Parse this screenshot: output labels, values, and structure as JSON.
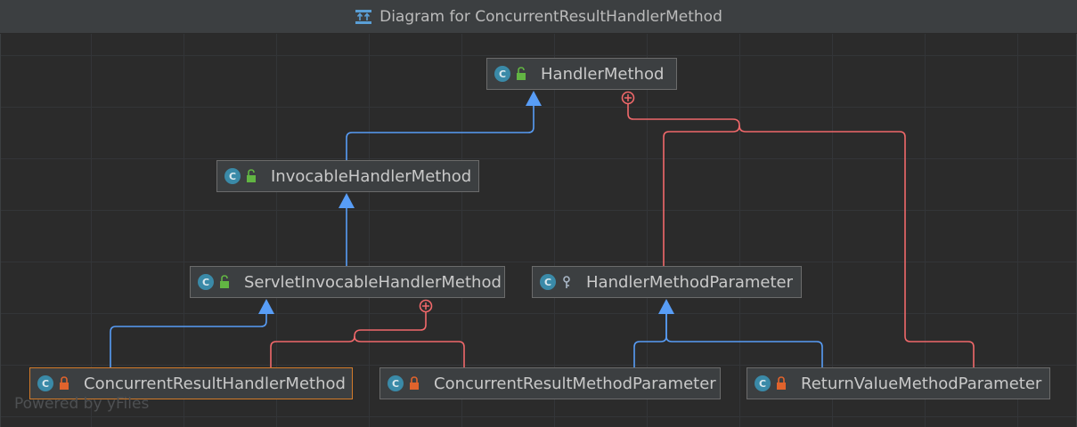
{
  "window": {
    "title": "Diagram for ConcurrentResultHandlerMethod",
    "title_icon": "diagram-icon"
  },
  "watermark": "Powered by yFiles",
  "legend_colors": {
    "extends_edge": "#589df6",
    "inner_class_edge": "#f0686a",
    "class_icon": "#3a8aa8",
    "public_icon": "#62b543",
    "private_icon": "#e0632c",
    "selected_border": "#d37b2a"
  },
  "nodes": {
    "handler_method": {
      "label": "HandlerMethod",
      "kind_letter": "C",
      "visibility": "public"
    },
    "invocable": {
      "label": "InvocableHandlerMethod",
      "kind_letter": "C",
      "visibility": "public"
    },
    "servlet_invocable": {
      "label": "ServletInvocableHandlerMethod",
      "kind_letter": "C",
      "visibility": "public"
    },
    "handler_method_parameter": {
      "label": "HandlerMethodParameter",
      "kind_letter": "C",
      "visibility": "package"
    },
    "concurrent_result_handler_method": {
      "label": "ConcurrentResultHandlerMethod",
      "kind_letter": "C",
      "visibility": "private"
    },
    "concurrent_result_method_parameter": {
      "label": "ConcurrentResultMethodParameter",
      "kind_letter": "C",
      "visibility": "private"
    },
    "return_value_method_parameter": {
      "label": "ReturnValueMethodParameter",
      "kind_letter": "C",
      "visibility": "private"
    }
  },
  "edges": [
    {
      "from": "invocable",
      "to": "handler_method",
      "type": "extends"
    },
    {
      "from": "servlet_invocable",
      "to": "invocable",
      "type": "extends"
    },
    {
      "from": "concurrent_result_handler_method",
      "to": "servlet_invocable",
      "type": "extends"
    },
    {
      "from": "concurrent_result_method_parameter",
      "to": "handler_method_parameter",
      "type": "extends"
    },
    {
      "from": "return_value_method_parameter",
      "to": "handler_method_parameter",
      "type": "extends"
    },
    {
      "from": "handler_method_parameter",
      "to": "handler_method",
      "type": "inner-class"
    },
    {
      "from": "return_value_method_parameter",
      "to": "handler_method",
      "type": "inner-class"
    },
    {
      "from": "concurrent_result_handler_method",
      "to": "servlet_invocable",
      "type": "inner-class"
    },
    {
      "from": "concurrent_result_method_parameter",
      "to": "servlet_invocable",
      "type": "inner-class"
    }
  ]
}
